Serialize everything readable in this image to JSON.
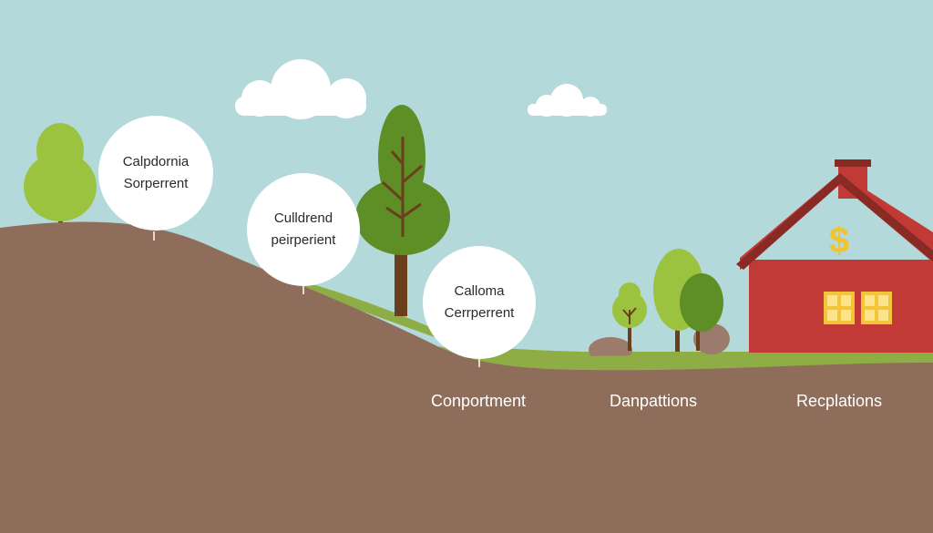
{
  "bubbles": [
    {
      "line1": "Calpdornia",
      "line2": "Sorperrent"
    },
    {
      "line1": "Culldrend",
      "line2": "peirperient"
    },
    {
      "line1": "Calloma",
      "line2": "Cerrperrent"
    }
  ],
  "stages": [
    {
      "label": "Conportment"
    },
    {
      "label": "Danpattions"
    },
    {
      "label": "Recplations"
    }
  ],
  "house": {
    "symbol": "$"
  },
  "colors": {
    "sky": "#b3d9db",
    "ground": "#8e6d5a",
    "grass": "#8fad45",
    "house_wall": "#c13a35",
    "roof": "#8a2a24",
    "symbol": "#f2c230"
  }
}
